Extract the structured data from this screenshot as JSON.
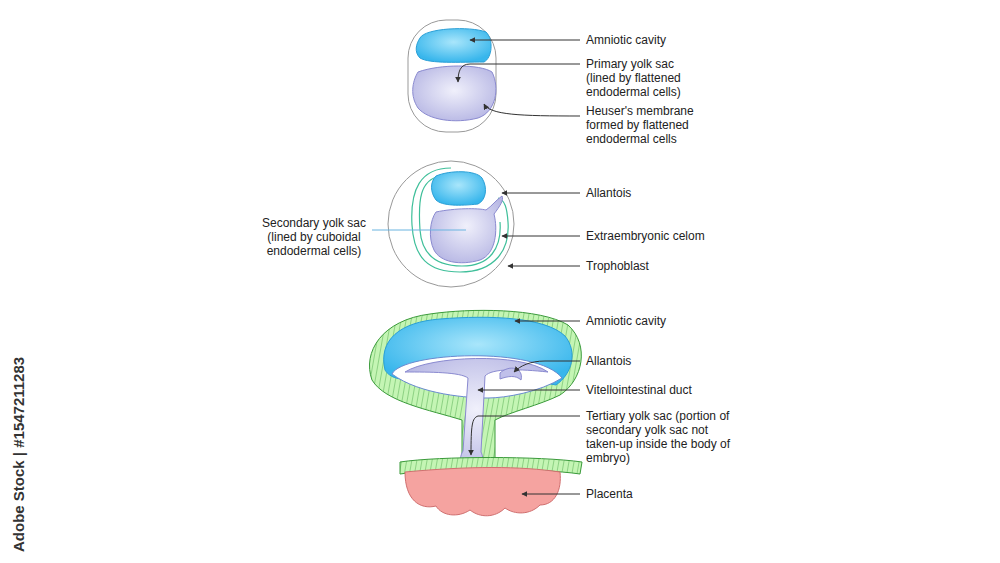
{
  "diagram": {
    "labels": [
      "Amniotic cavity",
      "Primary yolk sac (lined by flattened endodermal cells)",
      "Heuser's membrane formed by flattened endodermal cells",
      "Allantois",
      "Secondary yolk sac (lined by cuboidal endodermal cells)",
      "Extraembryonic celom",
      "Trophoblast",
      "Amniotic cavity",
      "Allantois",
      "Vitellointestinal duct",
      "Tertiary yolk sac (portion of secondary yolk sac not taken-up inside the body of embryo)",
      "Placenta",
      "Adobe Stock | #1547211283"
    ]
  }
}
